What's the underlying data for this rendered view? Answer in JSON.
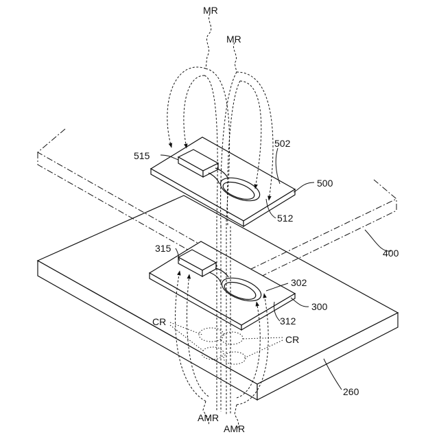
{
  "labels": {
    "mr_top": "MR",
    "mr_mid": "MR",
    "l502": "502",
    "l515": "515",
    "l500": "500",
    "l512": "512",
    "l400": "400",
    "l315": "315",
    "l302": "302",
    "l300": "300",
    "l312": "312",
    "cr_left": "CR",
    "cr_right": "CR",
    "l260": "260",
    "amr_left": "AMR",
    "amr_right": "AMR"
  }
}
